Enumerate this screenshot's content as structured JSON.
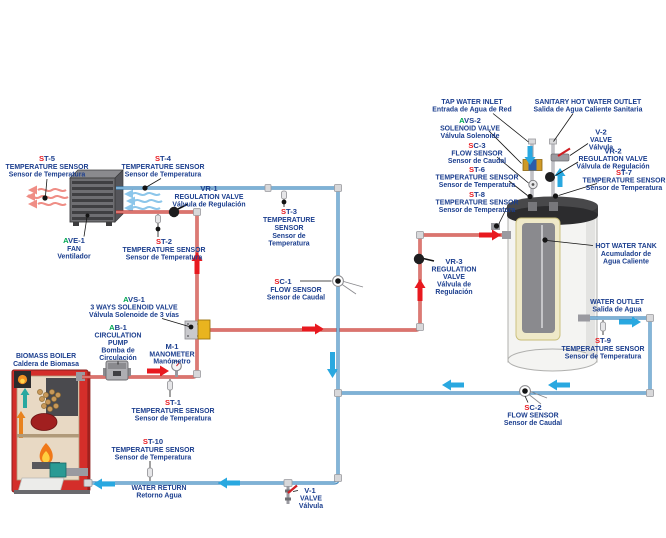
{
  "diagram": {
    "kind": "biomass-boiler-hydraulic-schematic",
    "languages": [
      "EN",
      "ES"
    ]
  },
  "colors": {
    "label_blue": "#1b3e8e",
    "sensor_prefix_red": "#e8191f",
    "actuator_prefix_green": "#00a651",
    "pipe_hot": "#c63831",
    "pipe_cold": "#4187bc",
    "arrow_hot": "#e8191f",
    "arrow_cold": "#29a8e0"
  },
  "labels": {
    "st5": {
      "prefix": "S",
      "code": "T-5",
      "l1": "TEMPERATURE SENSOR",
      "l2": "Sensor de Temperatura"
    },
    "st4": {
      "prefix": "S",
      "code": "T-4",
      "l1": "TEMPERATURE SENSOR",
      "l2": "Sensor de Temperatura"
    },
    "vr1": {
      "code": "VR-1",
      "l1": "REGULATION VALVE",
      "l2": "Válvula de Regulación"
    },
    "st2": {
      "prefix": "S",
      "code": "T-2",
      "l1": "TEMPERATURE SENSOR",
      "l2": "Sensor de Temperatura"
    },
    "ave1": {
      "prefix": "A",
      "code": "VE-1",
      "l1": "FAN",
      "l2": "Ventilador"
    },
    "st3": {
      "prefix": "S",
      "code": "T-3",
      "l1": "TEMPERATURE",
      "l2": "SENSOR",
      "l3": "Sensor de",
      "l4": "Temperatura"
    },
    "sc1": {
      "prefix": "S",
      "code": "C-1",
      "l1": "FLOW SENSOR",
      "l2": "Sensor de Caudal"
    },
    "avs1": {
      "prefix": "A",
      "code": "VS-1",
      "l1": "3 WAYS SOLENOID VALVE",
      "l2": "Válvula Solenoide de 3 vías"
    },
    "ab1": {
      "prefix": "A",
      "code": "B-1",
      "l1": "CIRCULATION",
      "l2": "PUMP",
      "l3": "Bomba de",
      "l4": "Circulación"
    },
    "m1": {
      "code": "M-1",
      "l1": "MANOMETER",
      "l2": "Manómetro"
    },
    "st1": {
      "prefix": "S",
      "code": "T-1",
      "l1": "TEMPERATURE SENSOR",
      "l2": "Sensor de Temperatura"
    },
    "biomass": {
      "l1": "BIOMASS BOILER",
      "l2": "Caldera de Biomasa"
    },
    "st10": {
      "prefix": "S",
      "code": "T-10",
      "l1": "TEMPERATURE SENSOR",
      "l2": "Sensor de Temperatura"
    },
    "water_return": {
      "l1": "WATER RETURN",
      "l2": "Retorno Agua"
    },
    "v1": {
      "code": "V-1",
      "l1": "VALVE",
      "l2": "Válvula"
    },
    "vr3": {
      "code": "VR-3",
      "l1": "REGULATION",
      "l2": "VALVE",
      "l3": "Válvula de",
      "l4": "Regulación"
    },
    "sc2": {
      "prefix": "S",
      "code": "C-2",
      "l1": "FLOW SENSOR",
      "l2": "Sensor de Caudal"
    },
    "tap": {
      "l1": "TAP WATER INLET",
      "l2": "Entrada de Agua de Red"
    },
    "sanitary": {
      "l1": "SANITARY HOT WATER OUTLET",
      "l2": "Salida de Agua Caliente Sanitaria"
    },
    "avs2": {
      "prefix": "A",
      "code": "VS-2",
      "l1": "SOLENOID VALVE",
      "l2": "Válvula Solenoide"
    },
    "sc3": {
      "prefix": "S",
      "code": "C-3",
      "l1": "FLOW SENSOR",
      "l2": "Sensor de Caudal"
    },
    "st6": {
      "prefix": "S",
      "code": "T-6",
      "l1": "TEMPERATURE SENSOR",
      "l2": "Sensor de Temperatura"
    },
    "st8": {
      "prefix": "S",
      "code": "T-8",
      "l1": "TEMPERATURE SENSOR",
      "l2": "Sensor de Temperatura"
    },
    "v2": {
      "code": "V-2",
      "l1": "VALVE",
      "l2": "Válvula"
    },
    "vr2": {
      "code": "VR-2",
      "l1": "REGULATION VALVE",
      "l2": "Válvula de Regulación"
    },
    "st7": {
      "prefix": "S",
      "code": "T-7",
      "l1": "TEMPERATURE SENSOR",
      "l2": "Sensor de Temperatura"
    },
    "tank": {
      "l1": "HOT WATER TANK",
      "l2": "Acumulador de",
      "l3": "Agua Caliente"
    },
    "water_outlet": {
      "l1": "WATER OUTLET",
      "l2": "Salida de Agua"
    },
    "st9": {
      "prefix": "S",
      "code": "T-9",
      "l1": "TEMPERATURE SENSOR",
      "l2": "Sensor de Temperatura"
    }
  }
}
